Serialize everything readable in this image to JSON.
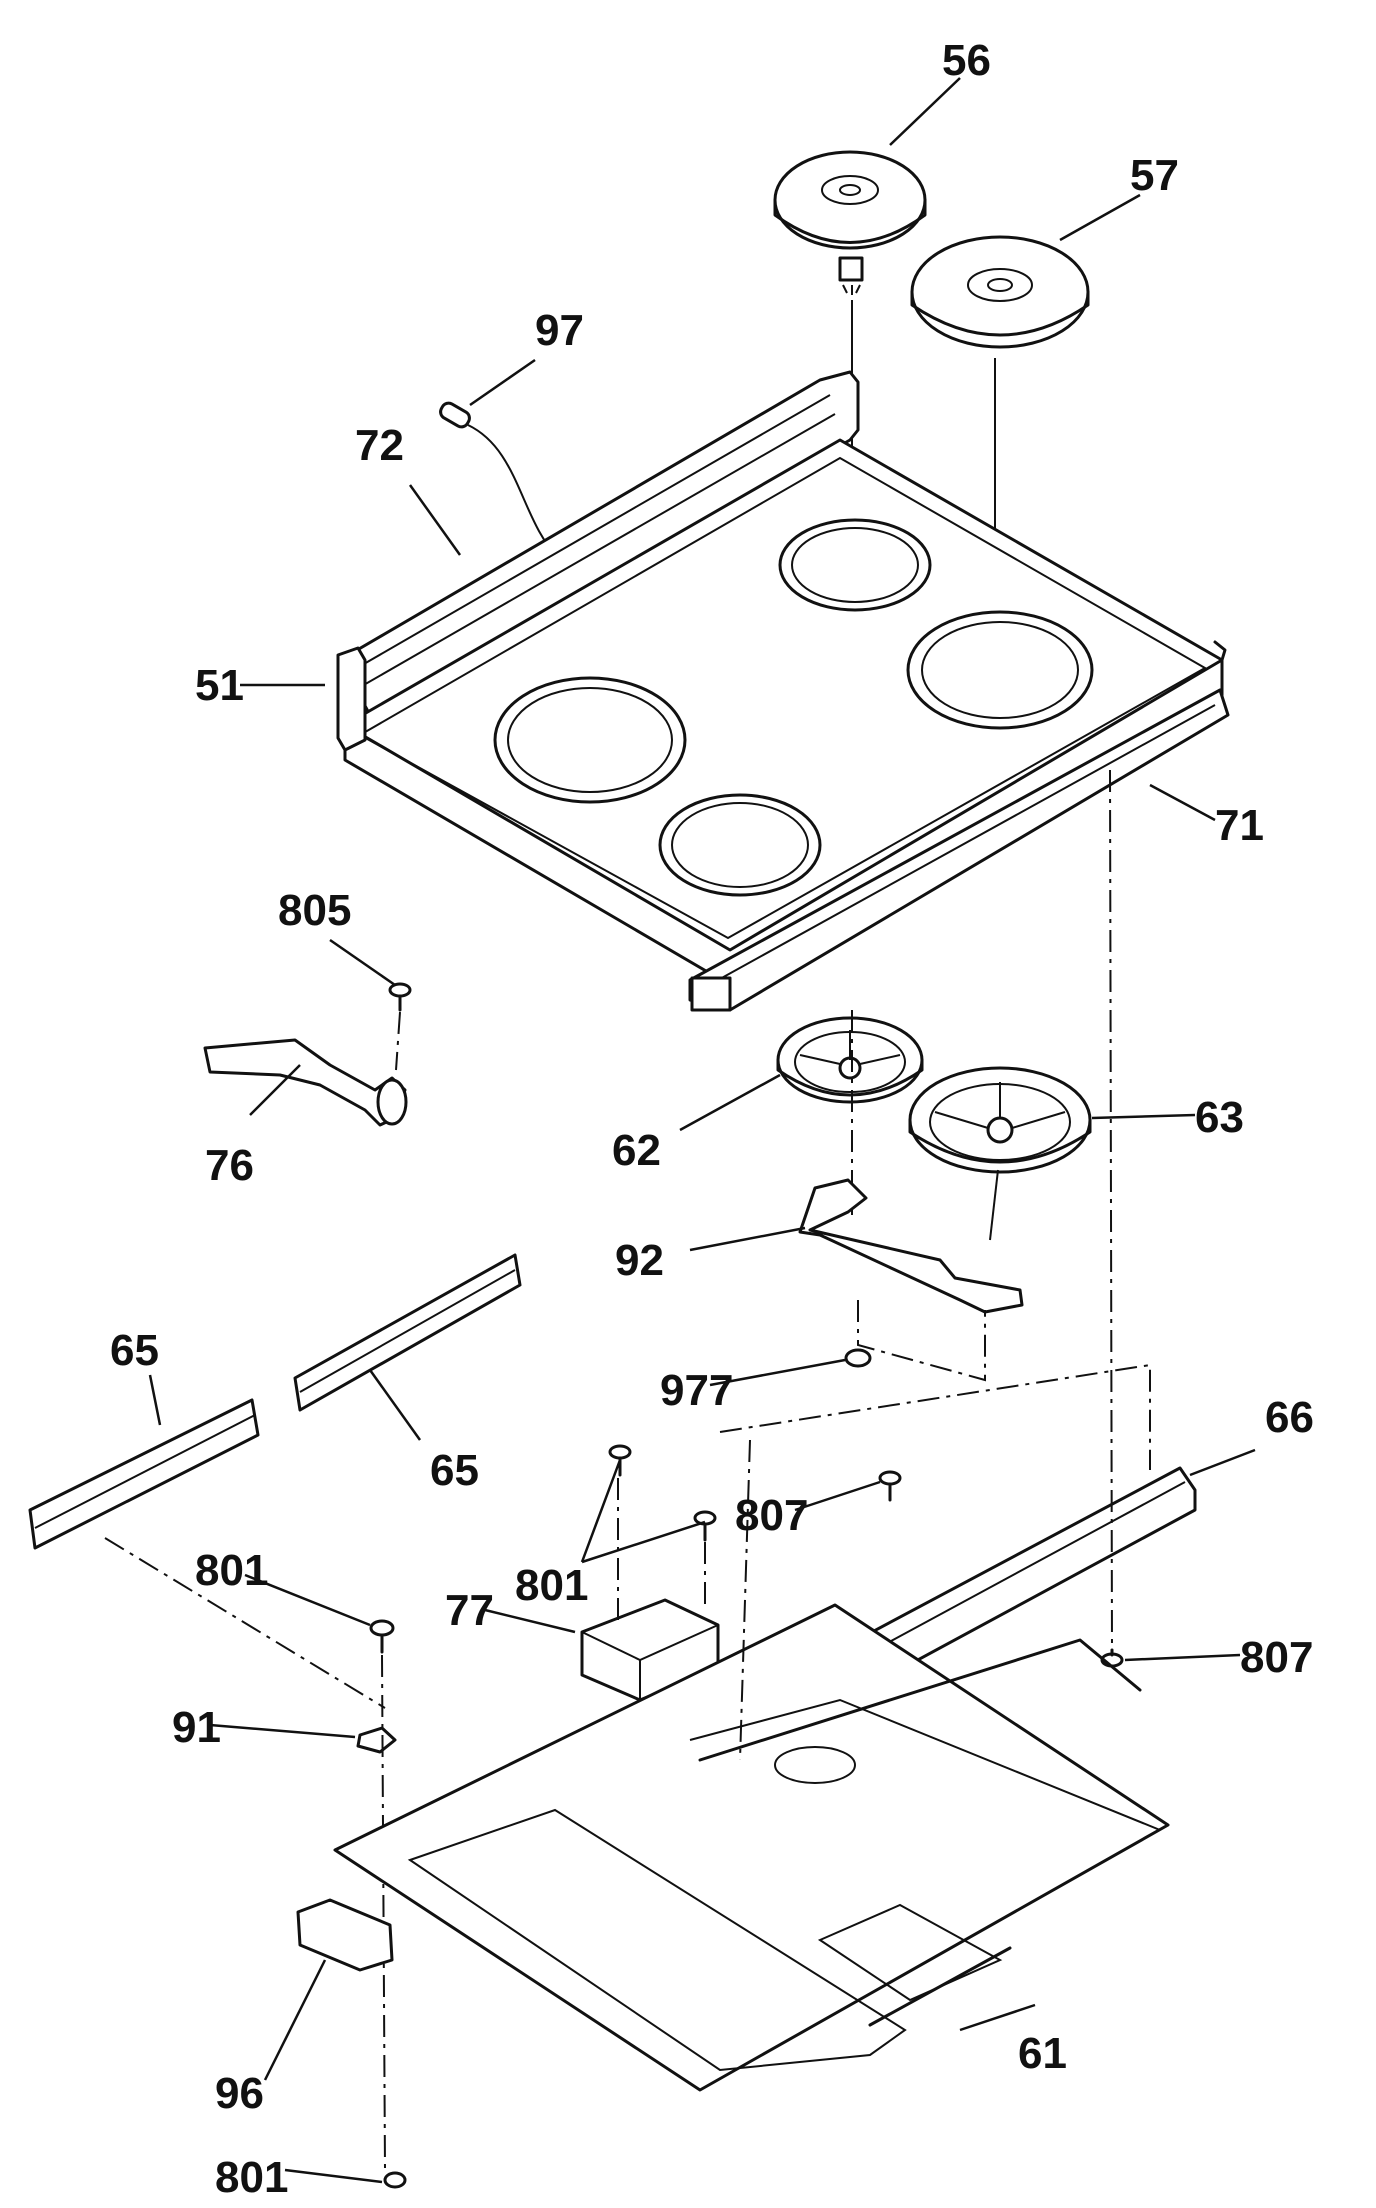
{
  "diagram": {
    "callouts": [
      {
        "id": "c56",
        "text": "56"
      },
      {
        "id": "c57",
        "text": "57"
      },
      {
        "id": "c97",
        "text": "97"
      },
      {
        "id": "c72",
        "text": "72"
      },
      {
        "id": "c51",
        "text": "51"
      },
      {
        "id": "c71",
        "text": "71"
      },
      {
        "id": "c805",
        "text": "805"
      },
      {
        "id": "c76",
        "text": "76"
      },
      {
        "id": "c62",
        "text": "62"
      },
      {
        "id": "c63",
        "text": "63"
      },
      {
        "id": "c92",
        "text": "92"
      },
      {
        "id": "c977",
        "text": "977"
      },
      {
        "id": "c65a",
        "text": "65"
      },
      {
        "id": "c65b",
        "text": "65"
      },
      {
        "id": "c66",
        "text": "66"
      },
      {
        "id": "c807a",
        "text": "807"
      },
      {
        "id": "c801a",
        "text": "801"
      },
      {
        "id": "c801b",
        "text": "801"
      },
      {
        "id": "c77",
        "text": "77"
      },
      {
        "id": "c807b",
        "text": "807"
      },
      {
        "id": "c91",
        "text": "91"
      },
      {
        "id": "c96",
        "text": "96"
      },
      {
        "id": "c61",
        "text": "61"
      },
      {
        "id": "c801c",
        "text": "801"
      }
    ]
  }
}
